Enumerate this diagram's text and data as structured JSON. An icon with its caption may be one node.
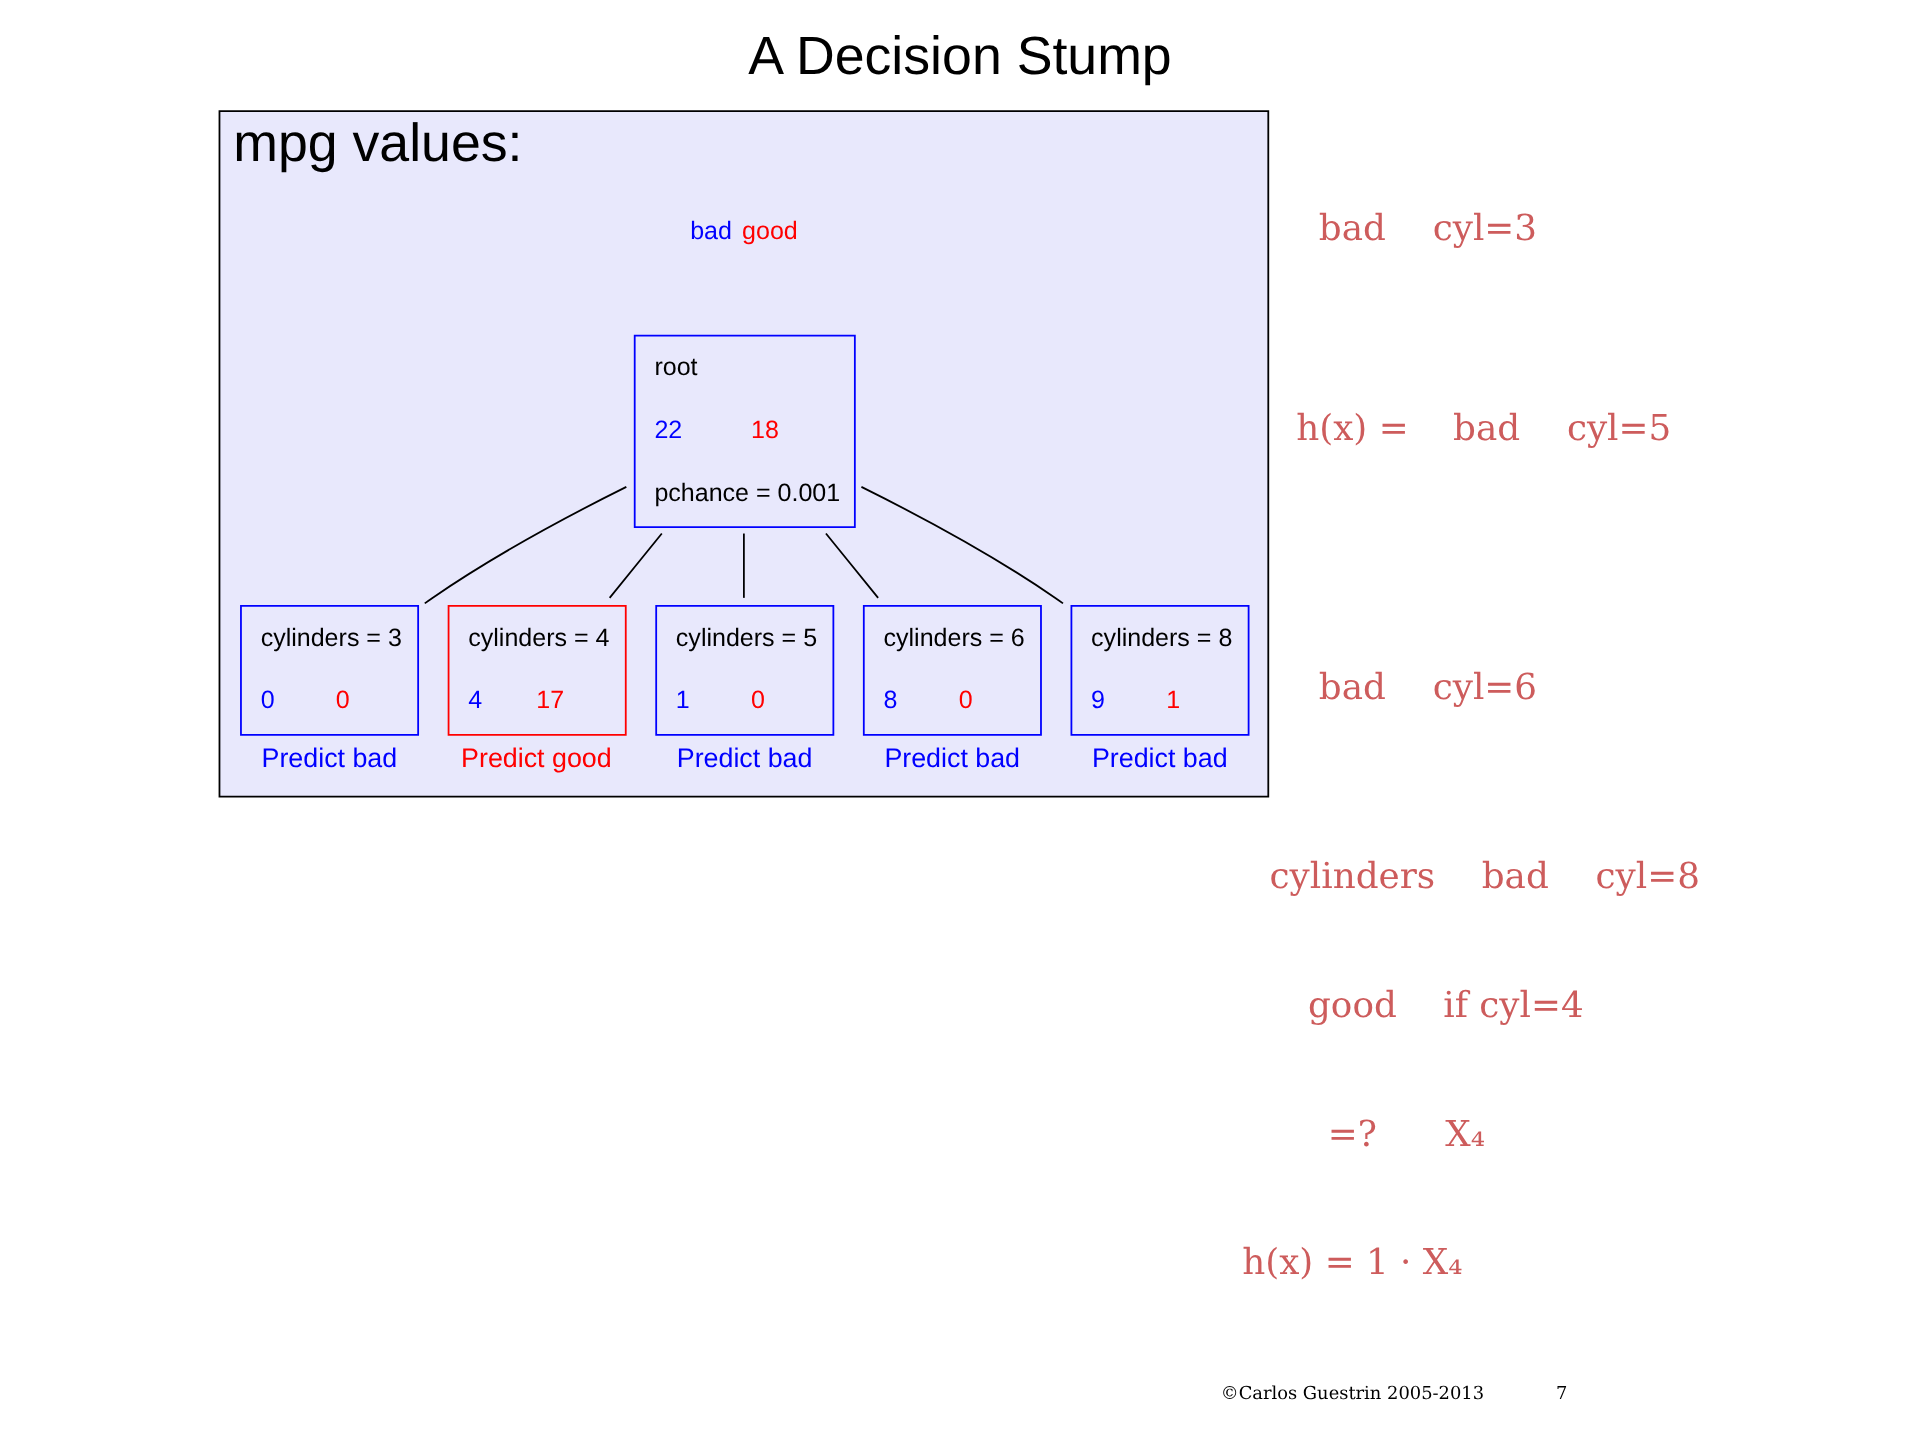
{
  "diagram": {
    "title": "A Decision Stump",
    "nodes": [
      {
        "text": [
          "mpg values:"
        ]
      },
      {
        "text": [
          "root",
          "22",
          "18",
          "pchance = 0.001"
        ],
        "in": 0
      },
      {
        "text": [
          "cylinders = 3",
          "0",
          "0"
        ],
        "in": 0,
        "beside": [
          "Predict bad"
        ]
      },
      {
        "text": [
          "cylinders = 4",
          "4",
          "17"
        ],
        "in": 0,
        "beside": [
          "Predict good"
        ]
      },
      {
        "text": [
          "cylinders = 5",
          "1",
          "0"
        ],
        "in": 0,
        "beside": [
          "Predict bad"
        ]
      },
      {
        "text": [
          "cylinders = 6",
          "8",
          "0"
        ],
        "in": 0,
        "beside": [
          "Predict bad"
        ]
      },
      {
        "text": [
          "cylinders = 8",
          "9",
          "1"
        ],
        "in": 0,
        "beside": [
          "Predict bad"
        ]
      }
    ],
    "edges": [
      {
        "from": 1,
        "to": 2,
        "arrow": "none"
      },
      {
        "from": 1,
        "to": 3,
        "arrow": "none"
      },
      {
        "from": 1,
        "to": 4,
        "arrow": "none"
      },
      {
        "from": 1,
        "to": 5,
        "arrow": "none"
      },
      {
        "from": 1,
        "to": 6,
        "arrow": "none"
      }
    ],
    "labels": [
      "bad",
      "cyl=3",
      "h(x) =",
      "bad",
      "cyl=5",
      "bad",
      "cyl=6",
      "cylinders",
      "bad",
      "cyl=8",
      "good",
      "if cyl=4",
      "=?",
      "X₄",
      "h(x) = 1 · X₄",
      "©Carlos Guestrin 2005-2013",
      "7"
    ],
    "legend": [
      {
        "text": "bad",
        "color": "#0000ff"
      },
      {
        "text": "good",
        "color": "#ff0000"
      }
    ]
  }
}
